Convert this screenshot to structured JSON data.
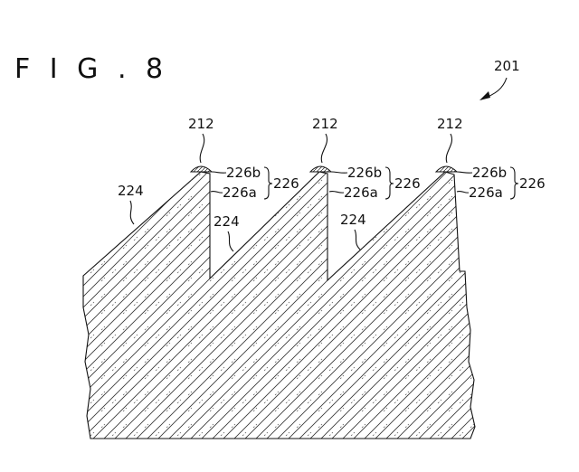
{
  "figure": {
    "title": "F I G . 8",
    "assembly_label": "201",
    "ridges": [
      {
        "cap_label": "212",
        "upper_label": "226b",
        "lower_label": "226a",
        "group_label": "226"
      },
      {
        "cap_label": "212",
        "upper_label": "226b",
        "lower_label": "226a",
        "group_label": "226"
      },
      {
        "cap_label": "212",
        "upper_label": "226b",
        "lower_label": "226a",
        "group_label": "226"
      }
    ],
    "surface_labels": [
      "224",
      "224",
      "224"
    ]
  },
  "colors": {
    "line": "#111111",
    "hatch": "#333333",
    "cap_fill": "#ffffff"
  }
}
